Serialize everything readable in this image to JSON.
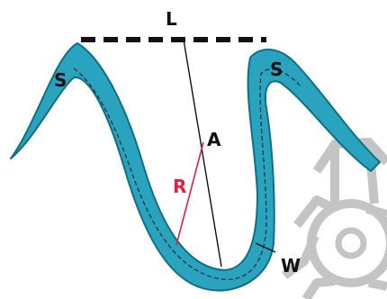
{
  "labels": {
    "top": "L",
    "left_peak": "S",
    "right_peak": "S",
    "apex_line": "A",
    "radius": "R",
    "width": "W"
  },
  "colors": {
    "band_fill": "#2aa3be",
    "band_edge": "#0f6f86",
    "watermark": "#c4c4c4",
    "radius": "#e0203f",
    "ink": "#111111"
  }
}
